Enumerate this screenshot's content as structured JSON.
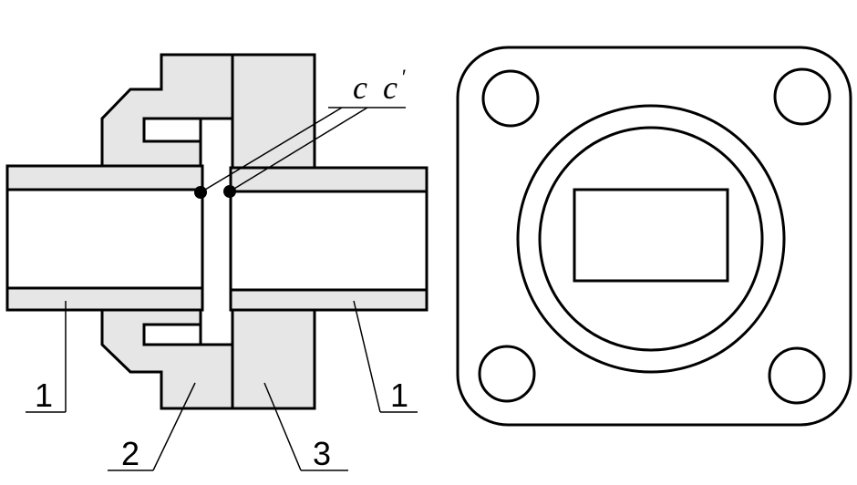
{
  "labels": {
    "pipe_left": "1",
    "pipe_right": "1",
    "flange_left": "2",
    "flange_right": "3",
    "point_c": "c",
    "point_c_prime": "c",
    "prime_mark": "′"
  },
  "colors": {
    "fill": "#e6e6e6",
    "stroke": "#000000",
    "background": "#ffffff"
  }
}
